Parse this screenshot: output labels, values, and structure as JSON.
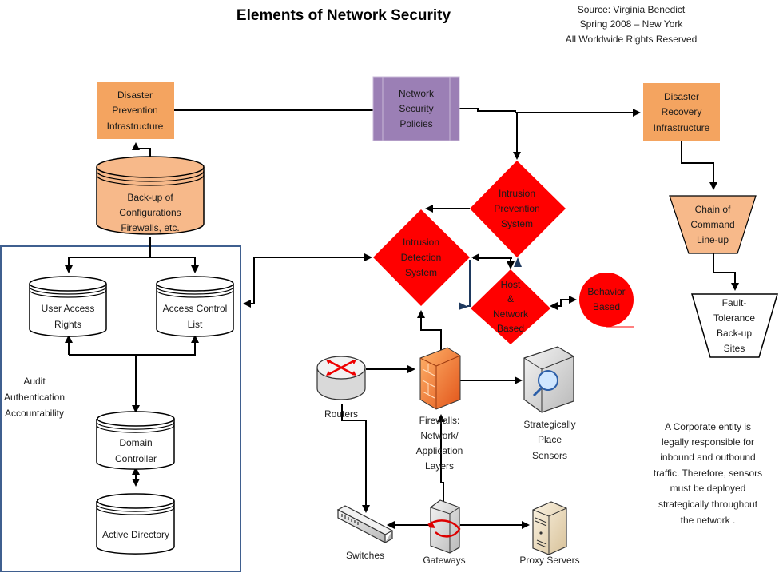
{
  "title": "Elements of Network Security",
  "source": {
    "line1": "Source: Virginia Benedict",
    "line2": "Spring 2008 – New York",
    "line3": "All Worldwide Rights Reserved"
  },
  "colors": {
    "orange_box": "#f4a460",
    "orange_light": "#f7b98a",
    "purple_box": "#9b7fb5",
    "red_shape": "#ff0000",
    "group_border": "#3f5f8f",
    "blue_arrow": "#1f3a5f"
  },
  "nodes": {
    "network_security_policies": [
      "Network",
      "Security",
      "Policies"
    ],
    "disaster_prevention": [
      "Disaster",
      "Prevention",
      "Infrastructure"
    ],
    "disaster_recovery": [
      "Disaster",
      "Recovery",
      "Infrastructure"
    ],
    "backup_configs": [
      "Back-up of",
      "Configurations",
      "Firewalls, etc."
    ],
    "chain_of_command": [
      "Chain of",
      "Command",
      "Line-up"
    ],
    "fault_tolerance": [
      "Fault-",
      "Tolerance",
      "Back-up",
      "Sites"
    ],
    "intrusion_prevention": [
      "Intrusion",
      "Prevention",
      "System"
    ],
    "intrusion_detection": [
      "Intrusion",
      "Detection",
      "System"
    ],
    "host_network": [
      "Host",
      "&",
      "Network",
      "Based"
    ],
    "behavior_based": [
      "Behavior",
      "Based"
    ],
    "user_access_rights": [
      "User Access",
      "Rights"
    ],
    "access_control_list": [
      "Access Control",
      "List"
    ],
    "domain_controller": [
      "Domain",
      "Controller"
    ],
    "active_directory": [
      "Active Directory"
    ],
    "audit_label": [
      "Audit",
      "Authentication",
      "Accountability"
    ],
    "routers": "Routers",
    "firewalls": [
      "Firewalls:",
      "Network/",
      "Application",
      "Layers"
    ],
    "sensors": [
      "Strategically",
      "Place",
      "Sensors"
    ],
    "switches": "Switches",
    "gateways": "Gateways",
    "proxy_servers": "Proxy Servers"
  },
  "note": [
    "A Corporate entity is",
    "legally responsible for",
    "inbound and outbound",
    "traffic.  Therefore, sensors",
    "must be deployed",
    "strategically throughout",
    "the network  ."
  ]
}
